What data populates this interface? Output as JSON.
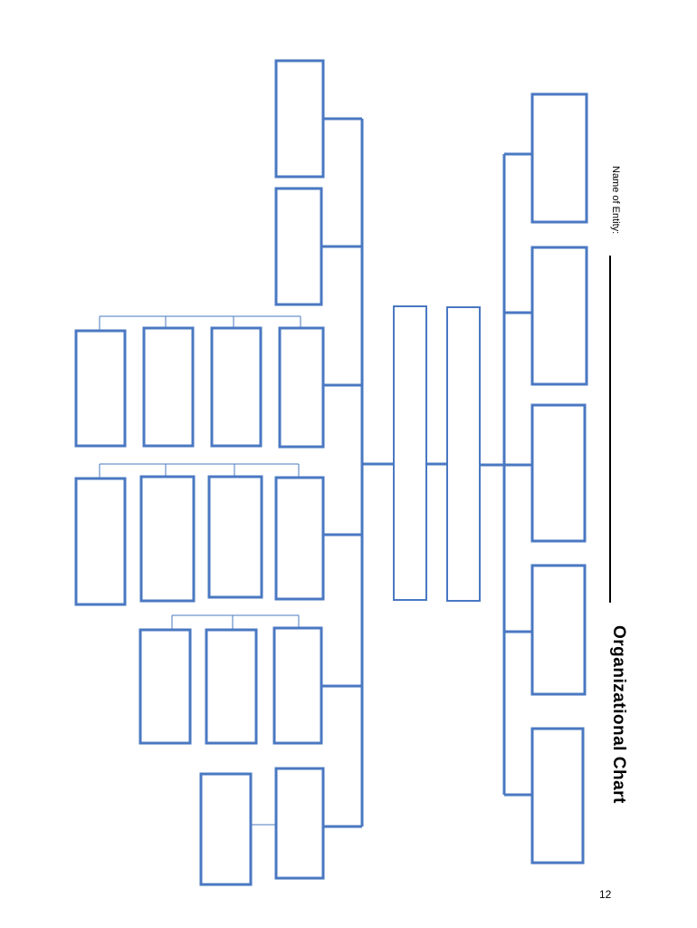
{
  "document": {
    "title": "Organizational Chart",
    "entity_label": "Name of Entity:",
    "page_number": "12"
  },
  "colors": {
    "box_stroke": "#4a78c2",
    "connector": "#4a78c2",
    "text": "#000000"
  }
}
